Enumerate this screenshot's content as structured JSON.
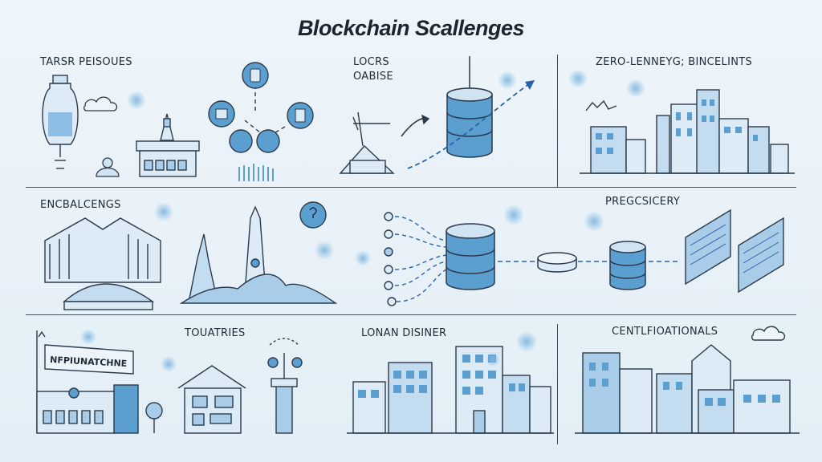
{
  "title": "Blockchain Scallenges",
  "panels": {
    "p1": {
      "label": "TARSR PEISOUES"
    },
    "p2": {
      "label_line1": "LOCRS",
      "label_line2": "OABISE"
    },
    "p3": {
      "label": "ZERO-LENNEYG; BINCELINTS"
    },
    "p4": {
      "label": "ENCBALCENGS"
    },
    "p5": {
      "label": "PREGCSICERY"
    },
    "p6": {
      "label": "TOUATRIES",
      "sign": "NFPIUNATCHNE"
    },
    "p7": {
      "label": "LONAN DISINER"
    },
    "p8": {
      "label": "CENTLFIOATIONALS"
    }
  },
  "colors": {
    "accent": "#5b9fd0",
    "ink": "#2b3a4a",
    "fill": "#a9cde8"
  }
}
